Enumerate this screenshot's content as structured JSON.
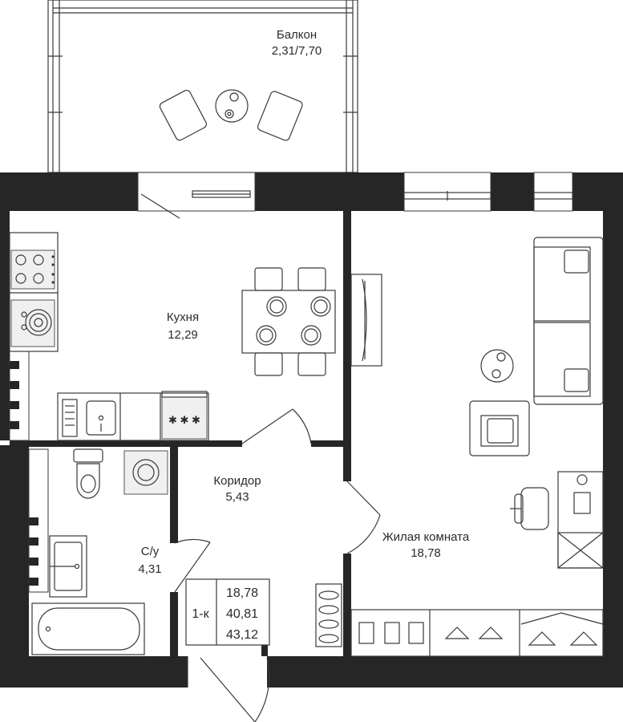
{
  "rooms": {
    "balcony": {
      "name": "Балкон",
      "area": "2,31/7,70"
    },
    "kitchen": {
      "name": "Кухня",
      "area": "12,29"
    },
    "corridor": {
      "name": "Коридор",
      "area": "5,43"
    },
    "living": {
      "name": "Жилая комната",
      "area": "18,78"
    },
    "bathroom": {
      "name": "С/у",
      "area": "4,31"
    }
  },
  "summary": {
    "type": "1-к",
    "living_area": "18,78",
    "total_area": "40,81",
    "total_with_balcony": "43,12"
  },
  "stove": {
    "marks": "✱ ✱ ✱"
  },
  "colors": {
    "wall": "#262626",
    "line": "#3a3a3a",
    "fill": "#f0f0f0"
  }
}
